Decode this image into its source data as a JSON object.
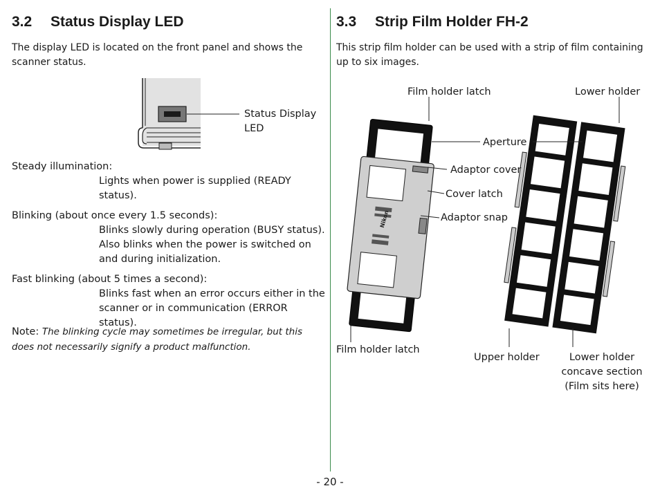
{
  "left": {
    "heading_number": "3.2",
    "heading_title": "Status Display LED",
    "intro": "The display LED is located on the front panel and shows the scanner status.",
    "led_callout_line1": "Status Display",
    "led_callout_line2": "LED",
    "statuses": [
      {
        "title": "Steady illumination:",
        "desc": "Lights when power is supplied (READY status)."
      },
      {
        "title": "Blinking (about once every 1.5 seconds):",
        "desc": "Blinks slowly during operation (BUSY status). Also blinks when the power is switched on and during initialization."
      },
      {
        "title": "Fast blinking (about 5 times a second):",
        "desc": "Blinks fast when an error occurs either in the scanner or in communication (ERROR status)."
      }
    ],
    "note_label": "Note:",
    "note_text": "The blinking cycle may sometimes be irregular, but this does not necessarily signify a product malfunction."
  },
  "right": {
    "heading_number": "3.3",
    "heading_title": "Strip Film Holder FH-2",
    "intro": "This strip film holder can be used with a strip of film containing up to six images.",
    "callouts": {
      "film_holder_latch_top": "Film holder latch",
      "lower_holder": "Lower holder",
      "aperture": "Aperture",
      "adaptor_cover": "Adaptor cover",
      "cover_latch": "Cover latch",
      "adaptor_snap": "Adaptor snap",
      "film_holder_latch_bottom": "Film holder latch",
      "upper_holder": "Upper holder",
      "lower_concave_line1": "Lower holder",
      "lower_concave_line2": "concave section",
      "lower_concave_line3": "(Film sits here)"
    },
    "brand_mark": "Nikon"
  },
  "footer": {
    "page_number": "- 20 -"
  }
}
